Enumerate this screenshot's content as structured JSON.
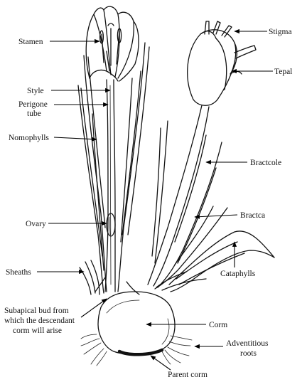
{
  "labels": {
    "stamen": "Stamen",
    "style": "Style",
    "perigone_tube_line1": "Perigone",
    "perigone_tube_line2": "tube",
    "nomophylls": "Nomophylls",
    "ovary": "Ovary",
    "sheaths": "Sheaths",
    "subapical_bud_line1": "Subapical bud from",
    "subapical_bud_line2": "which the descendant",
    "subapical_bud_line3": "corm will arise",
    "stigma": "Stigma",
    "tepal": "Tepal",
    "bractcole": "Bractcole",
    "bractca": "Bractca",
    "cataphylls": "Cataphylls",
    "corm": "Corm",
    "adventitious_roots_line1": "Adventitious",
    "adventitious_roots_line2": "roots",
    "parent_corm": "Parent corm"
  }
}
